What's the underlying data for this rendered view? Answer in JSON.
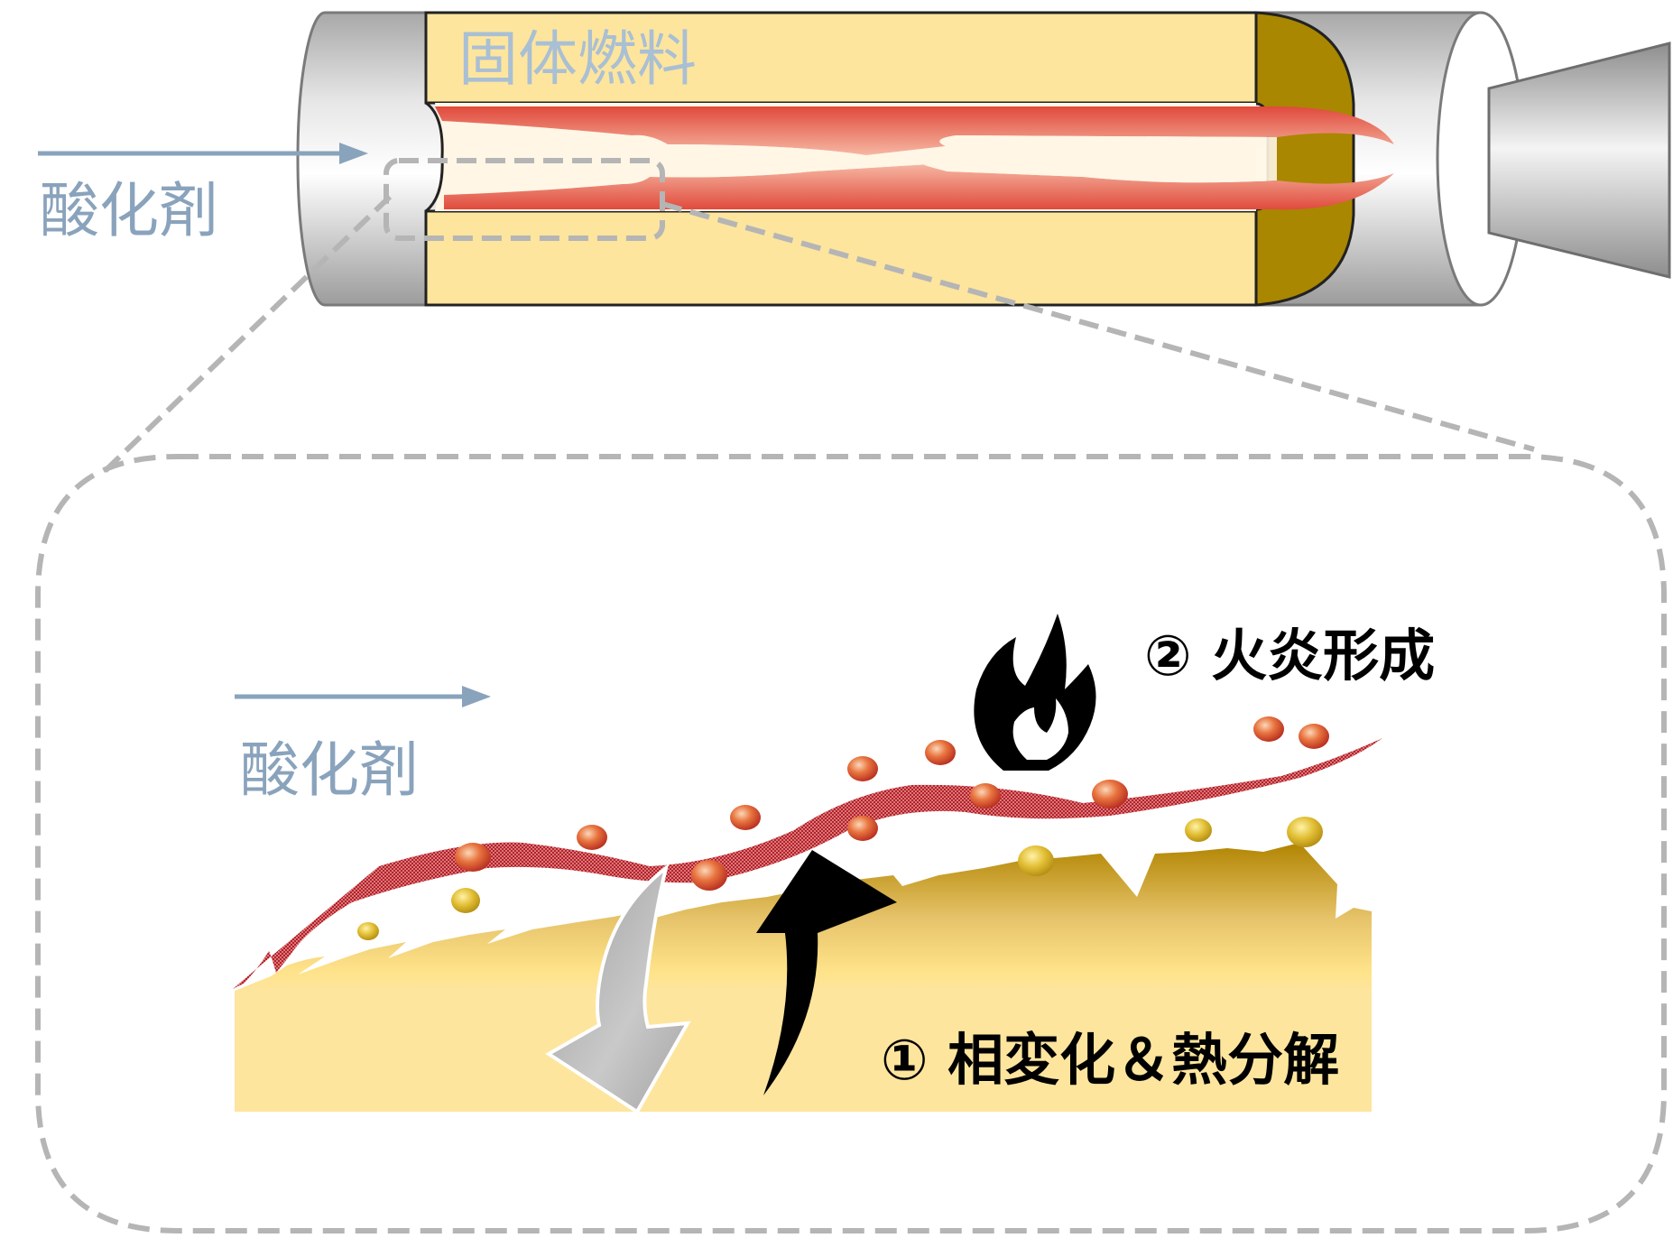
{
  "motor": {
    "fuel_label": "固体燃料",
    "oxidizer_label": "酸化剤"
  },
  "detail": {
    "oxidizer_label": "酸化剤",
    "step1_label": "① 相変化＆熱分解",
    "step2_label": "② 火炎形成"
  },
  "icons": [
    "flame-icon",
    "heat-flux-arrow-icon",
    "conduction-arrow-icon"
  ],
  "colors": {
    "fuel": "#fde59e",
    "fuel_dark": "#a98700",
    "flame": "#d9453b",
    "oxidizer_arrow": "#8aa3bc",
    "dashed": "#b5b5b5",
    "droplet_fuel": "#d8b430"
  }
}
